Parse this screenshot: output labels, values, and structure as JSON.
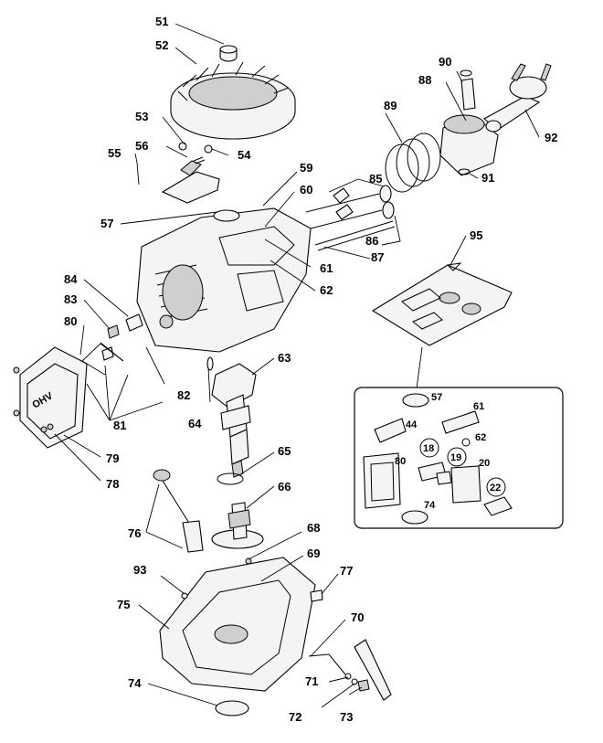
{
  "callouts": [
    {
      "id": "p51",
      "text": "51"
    },
    {
      "id": "p52",
      "text": "52"
    },
    {
      "id": "p53",
      "text": "53"
    },
    {
      "id": "p54",
      "text": "54"
    },
    {
      "id": "p55",
      "text": "55"
    },
    {
      "id": "p56",
      "text": "56"
    },
    {
      "id": "p57",
      "text": "57"
    },
    {
      "id": "p59",
      "text": "59"
    },
    {
      "id": "p60",
      "text": "60"
    },
    {
      "id": "p61",
      "text": "61"
    },
    {
      "id": "p62",
      "text": "62"
    },
    {
      "id": "p63",
      "text": "63"
    },
    {
      "id": "p64",
      "text": "64"
    },
    {
      "id": "p65",
      "text": "65"
    },
    {
      "id": "p66",
      "text": "66"
    },
    {
      "id": "p68",
      "text": "68"
    },
    {
      "id": "p69",
      "text": "69"
    },
    {
      "id": "p70",
      "text": "70"
    },
    {
      "id": "p71",
      "text": "71"
    },
    {
      "id": "p72",
      "text": "72"
    },
    {
      "id": "p73",
      "text": "73"
    },
    {
      "id": "p74",
      "text": "74"
    },
    {
      "id": "p75",
      "text": "75"
    },
    {
      "id": "p76",
      "text": "76"
    },
    {
      "id": "p77",
      "text": "77"
    },
    {
      "id": "p78",
      "text": "78"
    },
    {
      "id": "p79",
      "text": "79"
    },
    {
      "id": "p80",
      "text": "80"
    },
    {
      "id": "p81",
      "text": "81"
    },
    {
      "id": "p82",
      "text": "82"
    },
    {
      "id": "p83",
      "text": "83"
    },
    {
      "id": "p84",
      "text": "84"
    },
    {
      "id": "p85",
      "text": "85"
    },
    {
      "id": "p86",
      "text": "86"
    },
    {
      "id": "p87",
      "text": "87"
    },
    {
      "id": "p88",
      "text": "88"
    },
    {
      "id": "p89",
      "text": "89"
    },
    {
      "id": "p90",
      "text": "90"
    },
    {
      "id": "p91",
      "text": "91"
    },
    {
      "id": "p92",
      "text": "92"
    },
    {
      "id": "p93",
      "text": "93"
    },
    {
      "id": "p95",
      "text": "95"
    }
  ],
  "inset": {
    "labels": [
      {
        "id": "i57",
        "text": "57"
      },
      {
        "id": "i61",
        "text": "61"
      },
      {
        "id": "i44",
        "text": "44"
      },
      {
        "id": "i62",
        "text": "62"
      },
      {
        "id": "i18",
        "text": "18"
      },
      {
        "id": "i19",
        "text": "19"
      },
      {
        "id": "i20",
        "text": "20"
      },
      {
        "id": "i80",
        "text": "80"
      },
      {
        "id": "i22",
        "text": "22"
      },
      {
        "id": "i74",
        "text": "74"
      }
    ]
  },
  "valve_cover_logo": "OHV"
}
